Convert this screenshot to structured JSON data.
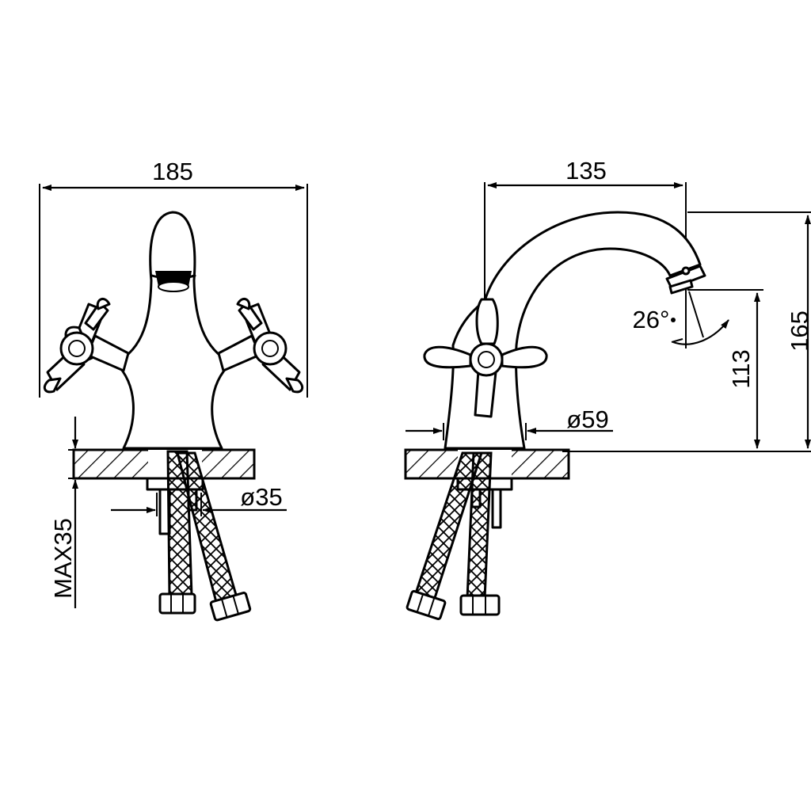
{
  "dimensions": {
    "front_width": "185",
    "side_reach": "135",
    "total_height": "165",
    "spout_height": "113",
    "spout_angle": "26°",
    "body_diameter": "ø59",
    "hole_diameter": "ø35",
    "max_thickness": "MAX35"
  },
  "colors": {
    "line": "#000000",
    "background": "#ffffff"
  }
}
